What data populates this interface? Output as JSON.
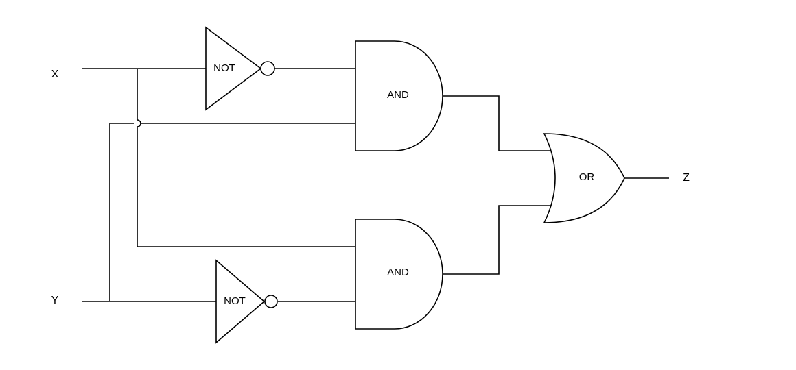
{
  "inputs": {
    "x": "X",
    "y": "Y"
  },
  "output": {
    "z": "Z"
  },
  "gates": {
    "not_top": "NOT",
    "not_bottom": "NOT",
    "and_top": "AND",
    "and_bottom": "AND",
    "or": "OR"
  },
  "colors": {
    "line": "#000000",
    "background": "#ffffff"
  }
}
